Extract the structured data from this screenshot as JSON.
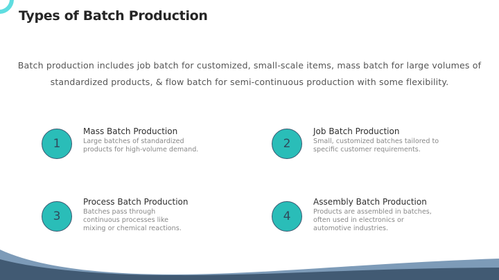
{
  "slide": {
    "title": "Types of Batch Production",
    "intro": "Batch production includes job batch for customized, small-scale items, mass batch for large volumes of standardized products, & flow batch for semi-continuous production with some flexibility.",
    "items": [
      {
        "number": "1",
        "title": "Mass Batch Production",
        "description": "Large batches of standardized\nproducts for high-volume demand."
      },
      {
        "number": "2",
        "title": "Job Batch Production",
        "description": "Small, customized batches tailored to\nspecific customer requirements."
      },
      {
        "number": "3",
        "title": "Process Batch Production",
        "description": "Batches pass through\ncontinuous processes like\nmixing or chemical reactions."
      },
      {
        "number": "4",
        "title": "Assembly Batch Production",
        "description": "Products are assembled in batches,\noften used in electronics or\nautomotive industries."
      }
    ]
  },
  "colors": {
    "accent_teal": "#2abdb8",
    "ring_cyan": "#5fdde0",
    "wave_light": "#7d9bb8",
    "wave_dark": "#415a73",
    "title_text": "#262626",
    "body_text": "#555555",
    "desc_text": "#888888"
  }
}
